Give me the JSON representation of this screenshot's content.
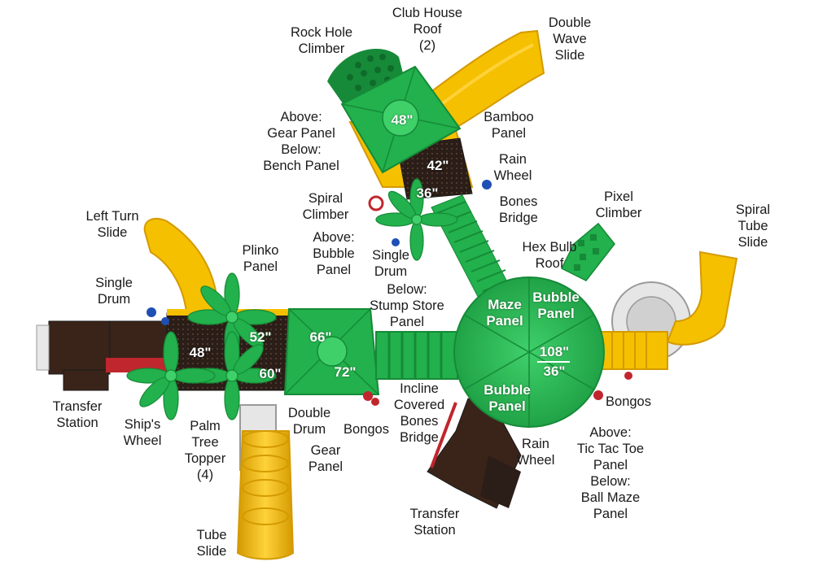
{
  "colors": {
    "green": "#22b14c",
    "green_dark": "#168a38",
    "green_light": "#3fd06a",
    "yellow": "#f5c000",
    "yellow_dark": "#d49a00",
    "brown": "#3a241a",
    "red": "#c0262d",
    "blue": "#1f4fb5",
    "grey": "#cfcfcf"
  },
  "callouts": {
    "club_house_roof": "Club House\nRoof\n(2)",
    "rock_hole_climber": "Rock Hole\nClimber",
    "double_wave_slide": "Double\nWave\nSlide",
    "gear_bench_panel": "Above:\nGear Panel\nBelow:\nBench Panel",
    "bamboo_panel": "Bamboo\nPanel",
    "rain_wheel_top": "Rain\nWheel",
    "spiral_climber": "Spiral\nClimber",
    "bones_bridge": "Bones\nBridge",
    "pixel_climber": "Pixel\nClimber",
    "spiral_tube_slide": "Spiral\nTube\nSlide",
    "left_turn_slide": "Left Turn\nSlide",
    "plinko_panel": "Plinko\nPanel",
    "bubble_panel_above": "Above:\nBubble\nPanel",
    "single_drum_top": "Single\nDrum",
    "hex_bulb_roof": "Hex Bulb\nRoof",
    "single_drum_left": "Single\nDrum",
    "stump_store_panel": "Below:\nStump Store\nPanel",
    "transfer_station_left": "Transfer\nStation",
    "ships_wheel": "Ship's\nWheel",
    "palm_tree_topper": "Palm\nTree\nTopper\n(4)",
    "double_drum": "Double\nDrum",
    "bongos_center": "Bongos",
    "gear_panel": "Gear\nPanel",
    "incline_bridge": "Incline\nCovered\nBones\nBridge",
    "rain_wheel_bottom": "Rain\nWheel",
    "bongos_right": "Bongos",
    "tic_tac_toe_panel": "Above:\nTic Tac Toe\nPanel\nBelow:\nBall Maze\nPanel",
    "transfer_station_bottom": "Transfer\nStation",
    "tube_slide": "Tube\nSlide"
  },
  "deck_labels": {
    "h48_top": "48\"",
    "h42": "42\"",
    "h36_top": "36\"",
    "h52": "52\"",
    "h48_left": "48\"",
    "h60": "60\"",
    "h66": "66\"",
    "h72": "72\"",
    "h108": "108\"",
    "h36_hex": "36\"",
    "maze_panel": "Maze\nPanel",
    "bubble_panel_top": "Bubble\nPanel",
    "bubble_panel_bottom": "Bubble\nPanel"
  }
}
